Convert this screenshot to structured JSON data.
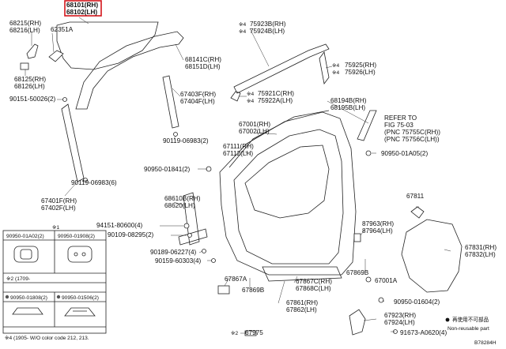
{
  "callouts": {
    "c68101": "68101(RH)",
    "c68102": "68102(LH)",
    "c68215": "68215(RH)",
    "c68216": "68216(LH)",
    "c62351": "62351A",
    "c75923": "75923B(RH)",
    "c75924": "75924B(LH)",
    "c68141": "68141C(RH)",
    "c68151": "68151D(LH)",
    "c75925": "75925(RH)",
    "c75926": "75926(LH)",
    "c68125": "68125(RH)",
    "c68126": "68126(LH)",
    "c90151": "90151-50026(2)",
    "c67403": "67403F(RH)",
    "c67404": "67404F(LH)",
    "c75921": "75921C(RH)",
    "c75922": "75922A(LH)",
    "c68194": "68194B(RH)",
    "c68195": "68195B(LH)",
    "refer1": "REFER TO",
    "refer2": "FIG 75-03",
    "refer3": "(PNC 75755C(RH))",
    "refer4": "(PNC 75756C(LH))",
    "c67001": "67001(RH)",
    "c67002": "67002(LH)",
    "c90119a": "90119-06983(2)",
    "c67111": "67111(RH)",
    "c67112": "67112(LH)",
    "c90950_01a05": "90950-01A05(2)",
    "c90950_01841": "90950-01841(2)",
    "c90119b": "90119-06983(6)",
    "c67811": "67811",
    "c68610": "68610B(RH)",
    "c68620": "68620(LH)",
    "c67401": "67401F(RH)",
    "c67402": "67402F(LH)",
    "c94151": "94151-80600(4)",
    "c87963": "87963(RH)",
    "c87964": "87964(LH)",
    "c90109": "90109-08295(2)",
    "c67831": "67831(RH)",
    "c67832": "67832(LH)",
    "c90189": "90189-06227(4)",
    "c90159": "90159-60303(4)",
    "c67869b": "67869B",
    "c67001a": "67001A",
    "c67867": "67867A",
    "c67869b2": "67869B",
    "c67867c": "67867C(RH)",
    "c67868c": "67868C(LH)",
    "c67861": "67861(RH)",
    "c67862": "67862(LH)",
    "c90950_01604": "90950-01604(2)",
    "c67923": "67923(RH)",
    "c67924": "67924(LH)",
    "c91673": "91673-A0620(4)",
    "c67975": "67975"
  },
  "marks": {
    "m4_75923": "※4",
    "m4_75924": "※4",
    "m4_75925": "※4",
    "m4_75926": "※4",
    "m4_75921": "※4",
    "m4_75922": "※4",
    "m2": "※2"
  },
  "legend_box": {
    "r1c1": "90950-01A02(2)",
    "r1c2": "90950-01908(2)",
    "r1mark": "※1",
    "r1note": "※2 (1709-",
    "r2c1": "90950-01808(2)",
    "r2c2": "90950-01506(2)",
    "footnote": "※4 (1905-     W/O color code 212, 213."
  },
  "symbol_legend": {
    "line1": "再使用不可部品",
    "line2": "Non-reusable part"
  },
  "figure_id": "B78284H"
}
